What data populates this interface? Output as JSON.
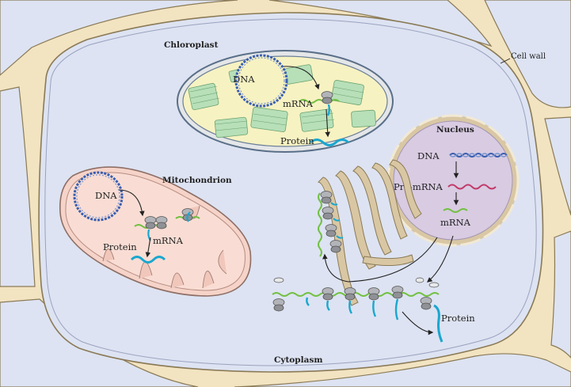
{
  "labels": {
    "cell_wall": "Cell wall",
    "cytoplasm": "Cytoplasm",
    "chloroplast": {
      "title": "Chloroplast",
      "dna": "DNA",
      "mrna": "mRNA",
      "protein": "Protein"
    },
    "mitochondrion": {
      "title": "Mitochondrion",
      "dna": "DNA",
      "mrna": "mRNA",
      "protein": "Protein"
    },
    "nucleus": {
      "title": "Nucleus",
      "dna": "DNA",
      "pre_mrna": "Pre-mRNA",
      "mrna": "mRNA"
    },
    "cytosolic_protein": "Protein"
  },
  "colors": {
    "cell_wall": "#ead8b0",
    "cell_wall_edge": "#8a7a56",
    "cytoplasm": "#dde3f2",
    "chloroplast_stroma": "#f7f2c2",
    "thylakoid": "#b7dfb8",
    "mitochondrion": "#f6d3c8",
    "mito_cristae": "#f1c7bb",
    "nucleus": "#d8cbe2",
    "nuclear_envelope": "#d9c7a4",
    "dna": "#3a5fb0",
    "pre_mrna": "#c23a6a",
    "mrna": "#73c043",
    "protein": "#1aa7cf",
    "ribosome": "#a4a6ab"
  }
}
